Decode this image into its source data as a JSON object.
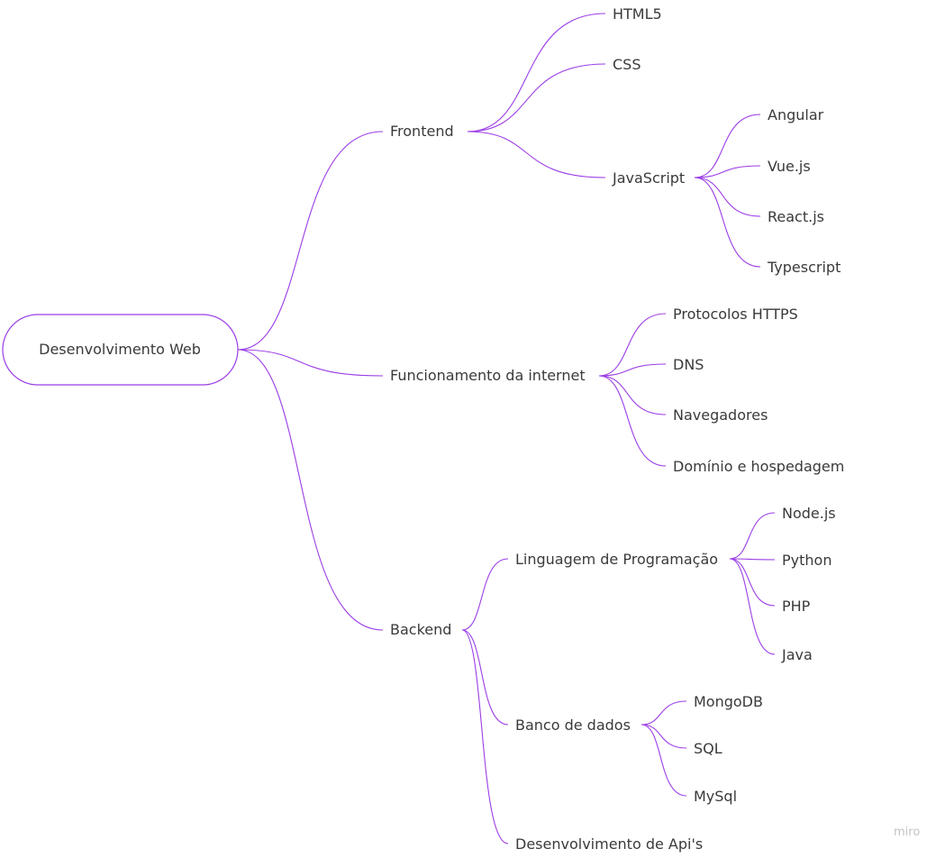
{
  "mindmap": {
    "root": "Desenvolvimento Web",
    "connector_color": "#9b3de6",
    "branches": [
      {
        "label": "Frontend",
        "children": [
          {
            "label": "HTML5"
          },
          {
            "label": "CSS"
          },
          {
            "label": "JavaScript",
            "children": [
              "Angular",
              "Vue.js",
              "React.js",
              "Typescript"
            ]
          }
        ]
      },
      {
        "label": "Funcionamento da internet",
        "children": [
          "Protocolos HTTPS",
          "DNS",
          "Navegadores",
          "Domínio e hospedagem"
        ]
      },
      {
        "label": "Backend",
        "children": [
          {
            "label": "Linguagem de Programação",
            "children": [
              "Node.js",
              "Python",
              "PHP",
              "Java"
            ]
          },
          {
            "label": "Banco de dados",
            "children": [
              "MongoDB",
              "SQL",
              "MySql"
            ]
          },
          {
            "label": "Desenvolvimento de Api's"
          }
        ]
      }
    ]
  },
  "watermark": "miro"
}
